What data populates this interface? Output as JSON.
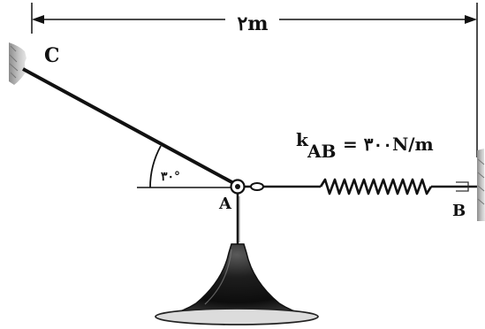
{
  "dimension": {
    "label": "۲m"
  },
  "points": {
    "c": "C",
    "a": "A",
    "b": "B"
  },
  "angle": {
    "label": "۳۰°"
  },
  "spring": {
    "symbol": "k",
    "subscript": "AB",
    "value": "= ۳۰۰N/m"
  },
  "colors": {
    "line": "#111111",
    "wall": "#b9b9b9",
    "lamp_dark": "#1a1a1a",
    "lamp_light": "#d8d8d8"
  }
}
